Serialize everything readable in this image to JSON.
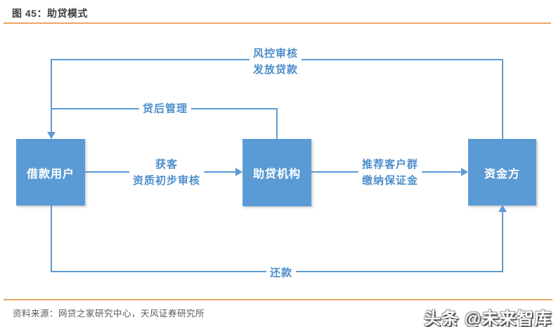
{
  "figure": {
    "title": "图 45：助贷模式",
    "source": "资料来源：网贷之家研究中心，天风证券研究所",
    "watermark": "头条 @未来智库"
  },
  "diagram": {
    "type": "flowchart",
    "nodes": [
      {
        "id": "borrower",
        "label": "借款用户"
      },
      {
        "id": "facilitator",
        "label": "助贷机构"
      },
      {
        "id": "funder",
        "label": "资金方"
      }
    ],
    "edges": [
      {
        "from": "funder",
        "to": "borrower",
        "line1": "风控审核",
        "line2": "发放贷款"
      },
      {
        "from": "facilitator",
        "to": "borrower",
        "line1": "贷后管理",
        "line2": ""
      },
      {
        "from": "borrower",
        "to": "facilitator",
        "line1": "获客",
        "line2": "资质初步审核"
      },
      {
        "from": "facilitator",
        "to": "funder",
        "line1": "推荐客户群",
        "line2": "缴纳保证金"
      },
      {
        "from": "borrower",
        "to": "funder",
        "line1": "还款",
        "line2": ""
      }
    ]
  },
  "colors": {
    "node_fill": "#5b9bd5",
    "edge_line": "#5b9bd5",
    "edge_label_text": "#4e8fcb",
    "accent_orange": "#e9a766",
    "title_text": "#3f3f3f",
    "source_text": "#595959"
  }
}
